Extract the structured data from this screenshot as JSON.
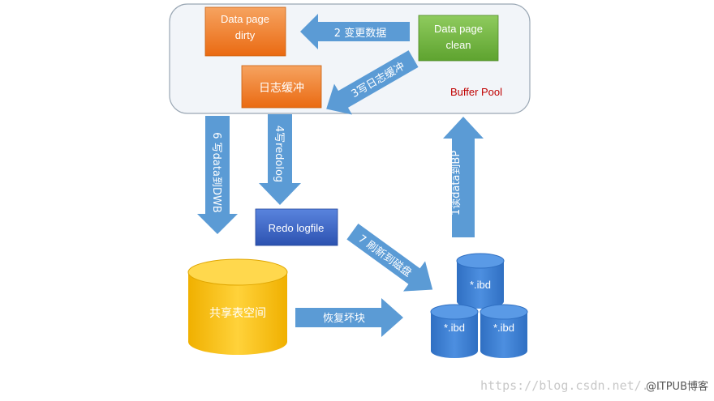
{
  "buffer_pool": {
    "label": "Buffer Pool"
  },
  "boxes": {
    "dirty": {
      "line1": "Data page",
      "line2": "dirty"
    },
    "clean": {
      "line1": "Data page",
      "line2": "clean"
    },
    "log_buffer": {
      "label": "日志缓冲"
    },
    "redo_logfile": {
      "label": "Redo logfile"
    },
    "shared_tablespace": {
      "label": "共享表空间"
    },
    "ibd1": {
      "label": "*.ibd"
    },
    "ibd2": {
      "label": "*.ibd"
    },
    "ibd3": {
      "label": "*.ibd"
    }
  },
  "arrows": {
    "a1": "1读data到BP",
    "a2": "2 变更数据",
    "a3": "3写日志缓冲",
    "a4": "4写redolog",
    "a6": "6 写data到DWB",
    "a7": "7 刷新到磁盘",
    "recover": "恢复坏块"
  },
  "watermark": {
    "url": "https://blog.csdn.net/...",
    "brand": "@ITPUB博客"
  },
  "colors": {
    "arrow": "#5b9bd5",
    "orange": "#f07e26",
    "green": "#6fb43f",
    "blue_box": "#3b64c4",
    "cylinder_blue": "#3a7dd0",
    "cylinder_yellow": "#ffc000",
    "buffer_pool_text": "#c00000"
  }
}
